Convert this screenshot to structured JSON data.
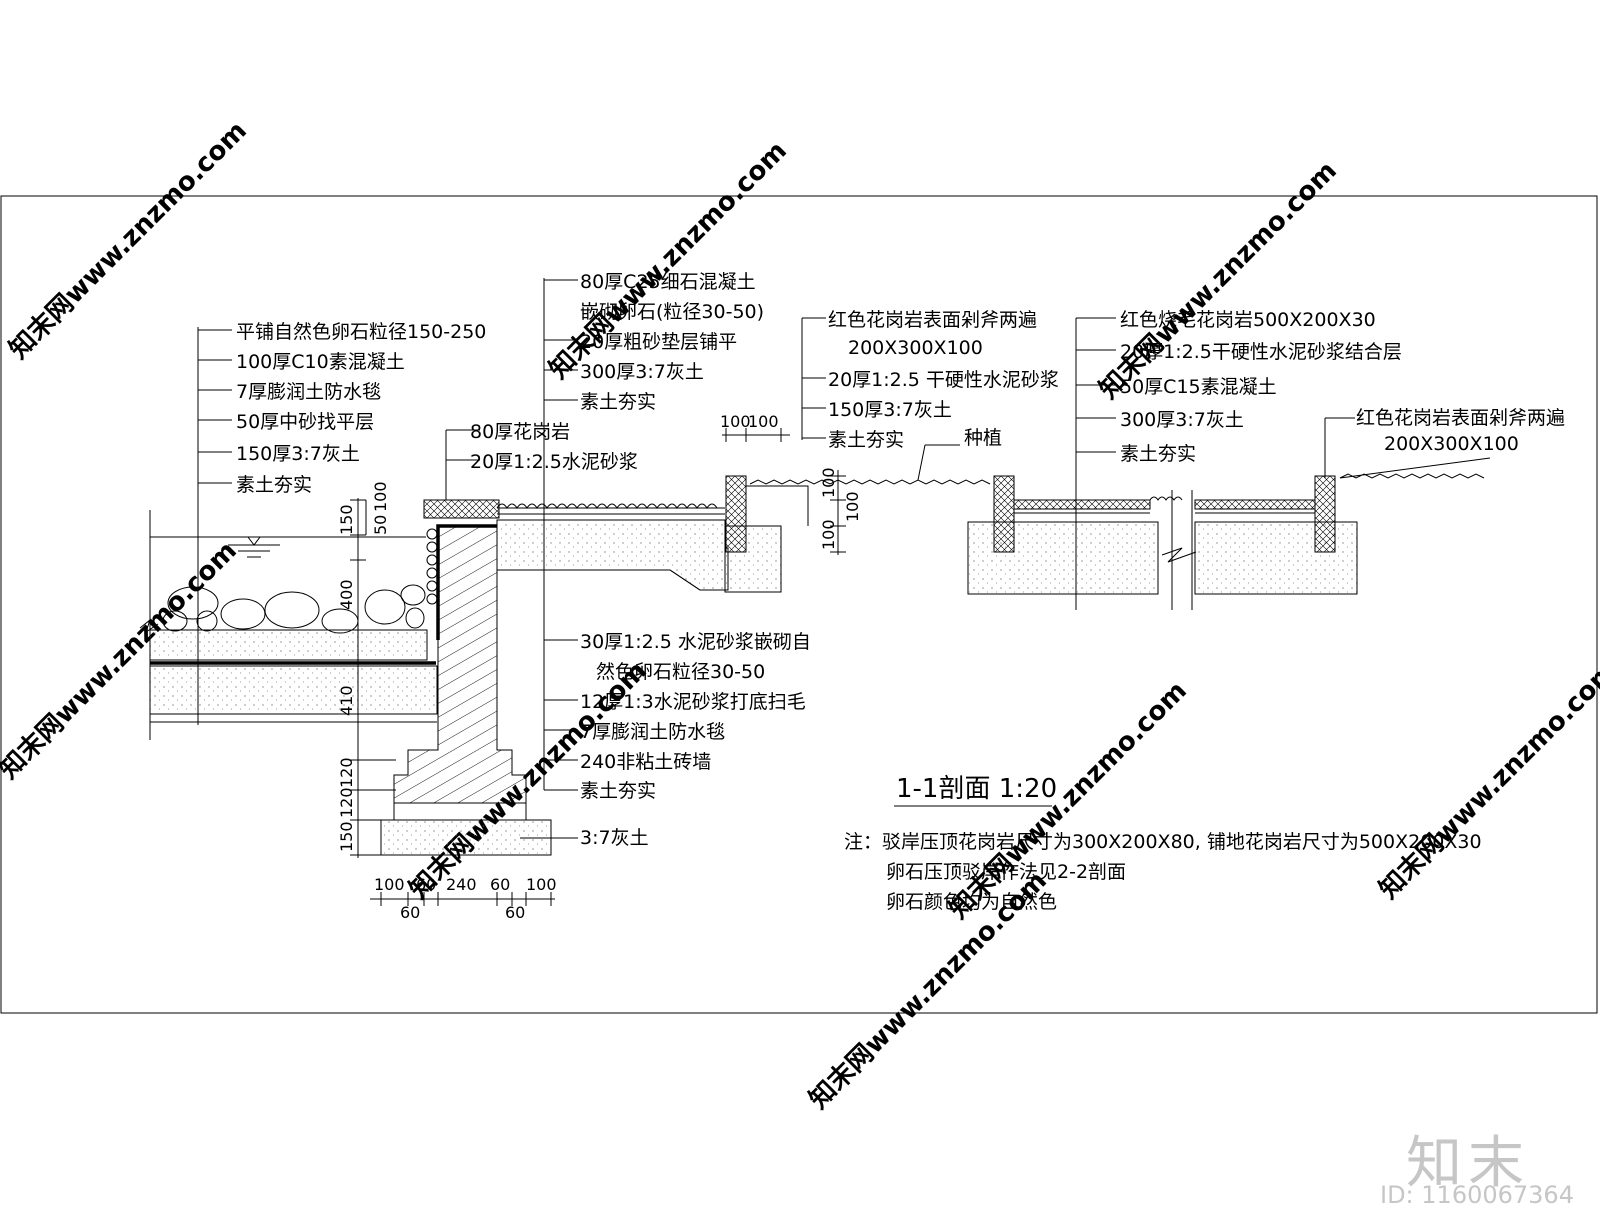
{
  "left_labels": [
    "平铺自然色卵石粒径150-250",
    "100厚C10素混凝土",
    "7厚膨润土防水毯",
    "50厚中砂找平层",
    "150厚3:7灰土",
    "素土夯实"
  ],
  "center_top_labels": [
    "80厚C25细石混凝土",
    "嵌砌卵石(粒径30-50)",
    "20厚粗砂垫层铺平",
    "300厚3:7灰土",
    "素土夯实"
  ],
  "coping_labels": [
    "80厚花岗岩",
    "20厚1:2.5水泥砂浆"
  ],
  "curb_labels": [
    "红色花岗岩表面剁斧两遍",
    "200X300X100",
    "20厚1:2.5 干硬性水泥砂浆",
    "150厚3:7灰土",
    "素土夯实"
  ],
  "planting_label": "种植",
  "right_labels": [
    "红色烧毛花岗岩500X200X30",
    "20厚1:2.5干硬性水泥砂浆结合层",
    "50厚C15素混凝土",
    "300厚3:7灰土",
    "素土夯实"
  ],
  "far_right_labels": [
    "红色花岗岩表面剁斧两遍",
    "200X300X100"
  ],
  "wall_labels": [
    "30厚1:2.5 水泥砂浆嵌砌自",
    "然色卵石粒径30-50",
    "12厚1:3水泥砂浆打底扫毛",
    "7厚膨润土防水毯",
    "240非粘土砖墙",
    "素土夯实"
  ],
  "footing_label": "3:7灰土",
  "title": "1-1剖面  1:20",
  "notes": [
    "注：驳岸压顶花岗岩尺寸为300X200X80, 铺地花岗岩尺寸为500X200X30",
    "卵石压顶驳岸作法见2-2剖面",
    "卵石颜色均为自然色"
  ],
  "dims": {
    "v_top_150": "150",
    "v_top_50": "50",
    "v_top_100": "100",
    "v_400": "400",
    "v_410": "410",
    "v_120a": "120",
    "v_120b": "120",
    "v_150b": "150",
    "curb_100a": "100",
    "curb_100b": "100",
    "curb_100c": "100",
    "curb_100d": "100",
    "curb_100e": "100",
    "bottom_100a": "100",
    "bottom_60a": "60",
    "bottom_240": "240",
    "bottom_60b": "60",
    "bottom_100b": "100",
    "bottom_60c": "60",
    "bottom_60d": "60"
  },
  "watermark_text": "知末网www.znzmo.com",
  "brand": "知末",
  "doc_id": "ID: 1160067364"
}
